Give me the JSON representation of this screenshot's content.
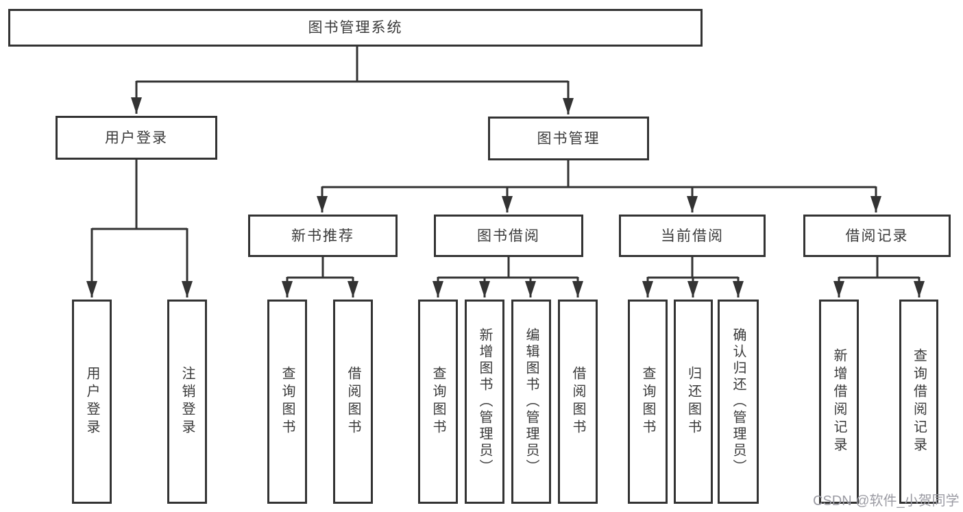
{
  "diagram": {
    "title": "图书管理系统",
    "watermark": "CSDN @软件_小贺同学",
    "colors": {
      "line": "#333333",
      "box_border": "#333333",
      "text": "#3a3a3a",
      "watermark": "#9b9ba3",
      "background": "#ffffff"
    },
    "nodes": {
      "root": {
        "label": "图书管理系统"
      },
      "user_login": {
        "label": "用户登录"
      },
      "book_mgmt": {
        "label": "图书管理"
      },
      "new_book_rec": {
        "label": "新书推荐"
      },
      "book_borrow": {
        "label": "图书借阅"
      },
      "current_borrow": {
        "label": "当前借阅"
      },
      "borrow_record": {
        "label": "借阅记录"
      },
      "leaf_user_login": {
        "label": "用户登录"
      },
      "leaf_logout": {
        "label": "注销登录"
      },
      "leaf_nb_query": {
        "label": "查询图书"
      },
      "leaf_nb_borrow": {
        "label": "借阅图书"
      },
      "leaf_bb_query": {
        "label": "查询图书"
      },
      "leaf_bb_add": {
        "label": "新增图书（管理员）"
      },
      "leaf_bb_edit": {
        "label": "编辑图书（管理员）"
      },
      "leaf_bb_borrow": {
        "label": "借阅图书"
      },
      "leaf_cb_query": {
        "label": "查询图书"
      },
      "leaf_cb_return": {
        "label": "归还图书"
      },
      "leaf_cb_confirm": {
        "label": "确认归还（管理员）"
      },
      "leaf_br_add": {
        "label": "新增借阅记录"
      },
      "leaf_br_query": {
        "label": "查询借阅记录"
      }
    },
    "structure": {
      "root_children": [
        "用户登录",
        "图书管理"
      ],
      "user_login_children": [
        "用户登录",
        "注销登录"
      ],
      "book_mgmt_children": [
        "新书推荐",
        "图书借阅",
        "当前借阅",
        "借阅记录"
      ],
      "new_book_rec_children": [
        "查询图书",
        "借阅图书"
      ],
      "book_borrow_children": [
        "查询图书",
        "新增图书（管理员）",
        "编辑图书（管理员）",
        "借阅图书"
      ],
      "current_borrow_children": [
        "查询图书",
        "归还图书",
        "确认归还（管理员）"
      ],
      "borrow_record_children": [
        "新增借阅记录",
        "查询借阅记录"
      ]
    }
  }
}
